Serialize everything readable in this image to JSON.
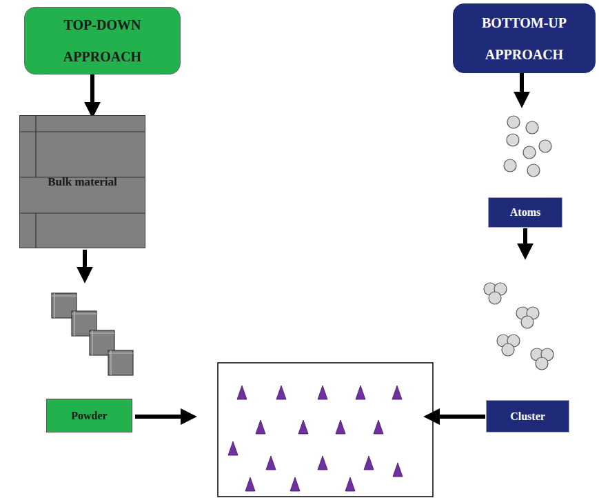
{
  "diagram": {
    "nodes": [
      {
        "text": [
          "TOP-DOWN APPROACH"
        ]
      },
      {
        "text": [
          "BOTTOM-UP APPROACH"
        ]
      },
      {
        "text": [
          "Bulk material"
        ]
      },
      {
        "text": [
          "Atoms"
        ]
      },
      {
        "text": [
          "Powder"
        ]
      },
      {
        "text": [
          "Cluster"
        ]
      }
    ],
    "edges": [
      {
        "from": 0,
        "to": 2,
        "arrow": "to"
      }
    ]
  }
}
